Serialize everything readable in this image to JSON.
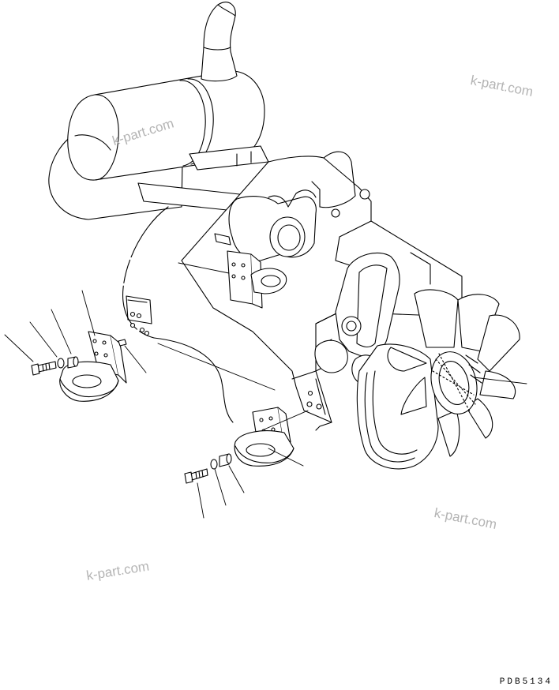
{
  "watermarks": [
    "k-part.com",
    "k-part.com",
    "k-part.com",
    "k-part.com"
  ],
  "drawing_code": "PDB5134"
}
